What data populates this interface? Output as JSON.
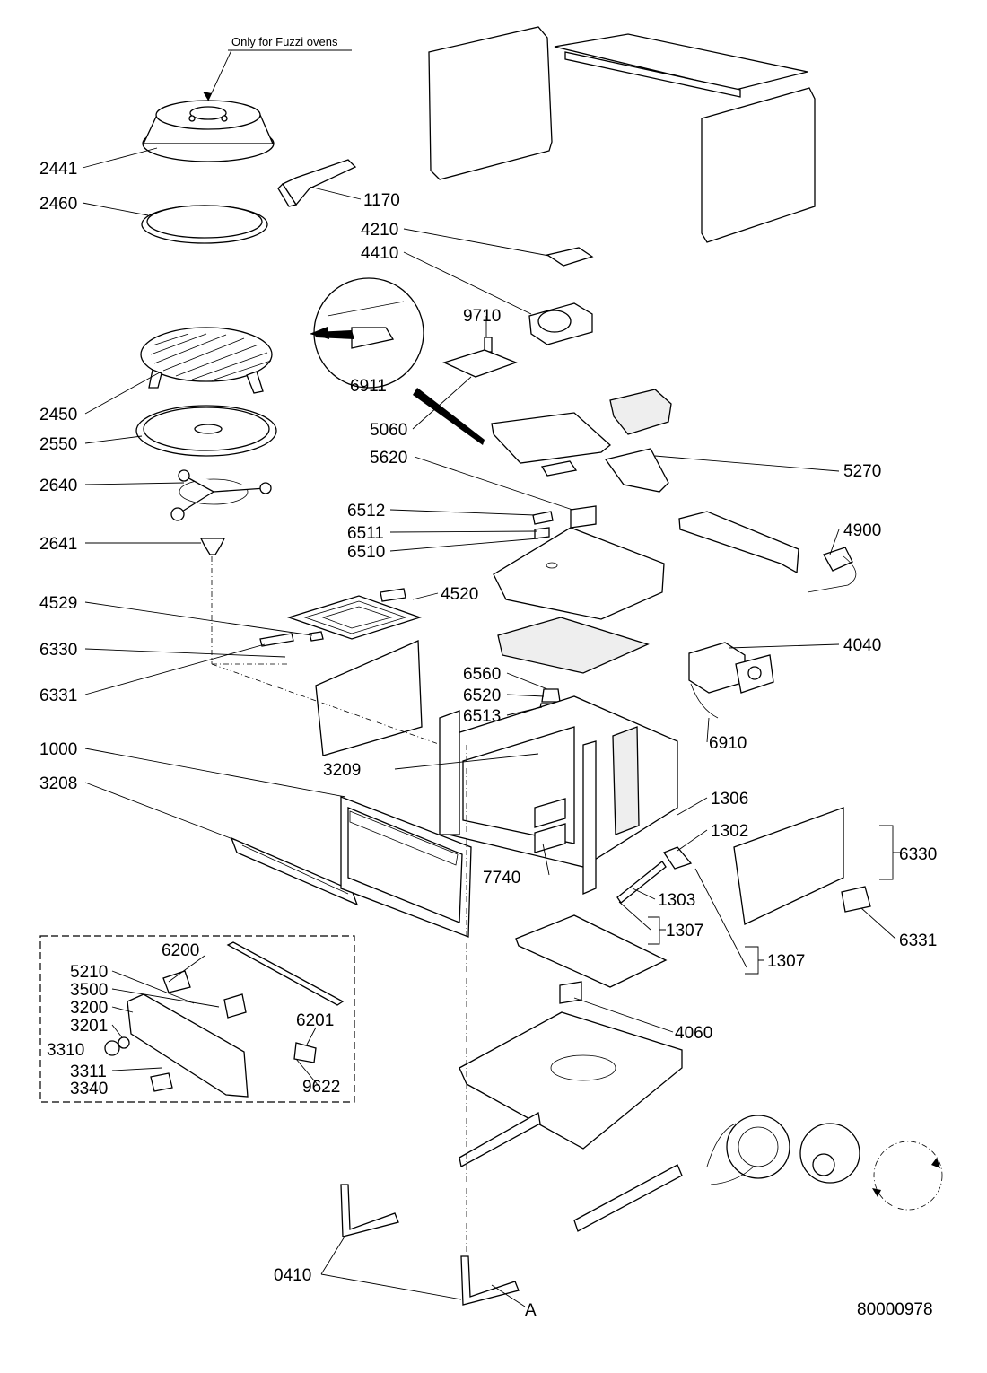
{
  "note": "Only for Fuzzi ovens",
  "diagram_id": "80000978",
  "labels": [
    {
      "id": "lbl-2441",
      "text": "2441"
    },
    {
      "id": "lbl-2460",
      "text": "2460"
    },
    {
      "id": "lbl-1170",
      "text": "1170"
    },
    {
      "id": "lbl-4210",
      "text": "4210"
    },
    {
      "id": "lbl-4410",
      "text": "4410"
    },
    {
      "id": "lbl-9710",
      "text": "9710"
    },
    {
      "id": "lbl-6911",
      "text": "6911"
    },
    {
      "id": "lbl-2450",
      "text": "2450"
    },
    {
      "id": "lbl-2550",
      "text": "2550"
    },
    {
      "id": "lbl-5060",
      "text": "5060"
    },
    {
      "id": "lbl-5620",
      "text": "5620"
    },
    {
      "id": "lbl-5270",
      "text": "5270"
    },
    {
      "id": "lbl-2640",
      "text": "2640"
    },
    {
      "id": "lbl-6512",
      "text": "6512"
    },
    {
      "id": "lbl-6511",
      "text": "6511"
    },
    {
      "id": "lbl-6510",
      "text": "6510"
    },
    {
      "id": "lbl-4900",
      "text": "4900"
    },
    {
      "id": "lbl-2641",
      "text": "2641"
    },
    {
      "id": "lbl-4529",
      "text": "4529"
    },
    {
      "id": "lbl-4520",
      "text": "4520"
    },
    {
      "id": "lbl-4040",
      "text": "4040"
    },
    {
      "id": "lbl-6330a",
      "text": "6330"
    },
    {
      "id": "lbl-6560",
      "text": "6560"
    },
    {
      "id": "lbl-6520",
      "text": "6520"
    },
    {
      "id": "lbl-6331a",
      "text": "6331"
    },
    {
      "id": "lbl-6513",
      "text": "6513"
    },
    {
      "id": "lbl-6910",
      "text": "6910"
    },
    {
      "id": "lbl-1000",
      "text": "1000"
    },
    {
      "id": "lbl-3209",
      "text": "3209"
    },
    {
      "id": "lbl-3208",
      "text": "3208"
    },
    {
      "id": "lbl-1306",
      "text": "1306"
    },
    {
      "id": "lbl-1302",
      "text": "1302"
    },
    {
      "id": "lbl-6330b",
      "text": "6330"
    },
    {
      "id": "lbl-7740",
      "text": "7740"
    },
    {
      "id": "lbl-1303",
      "text": "1303"
    },
    {
      "id": "lbl-1307a",
      "text": "1307"
    },
    {
      "id": "lbl-6331b",
      "text": "6331"
    },
    {
      "id": "lbl-1307b",
      "text": "1307"
    },
    {
      "id": "lbl-6200",
      "text": "6200"
    },
    {
      "id": "lbl-5210",
      "text": "5210"
    },
    {
      "id": "lbl-3500",
      "text": "3500"
    },
    {
      "id": "lbl-3200",
      "text": "3200"
    },
    {
      "id": "lbl-3201",
      "text": "3201"
    },
    {
      "id": "lbl-6201",
      "text": "6201"
    },
    {
      "id": "lbl-3310",
      "text": "3310"
    },
    {
      "id": "lbl-3311",
      "text": "3311"
    },
    {
      "id": "lbl-9622",
      "text": "9622"
    },
    {
      "id": "lbl-3340",
      "text": "3340"
    },
    {
      "id": "lbl-4060",
      "text": "4060"
    },
    {
      "id": "lbl-0410",
      "text": "0410"
    },
    {
      "id": "lbl-A",
      "text": "A"
    }
  ]
}
